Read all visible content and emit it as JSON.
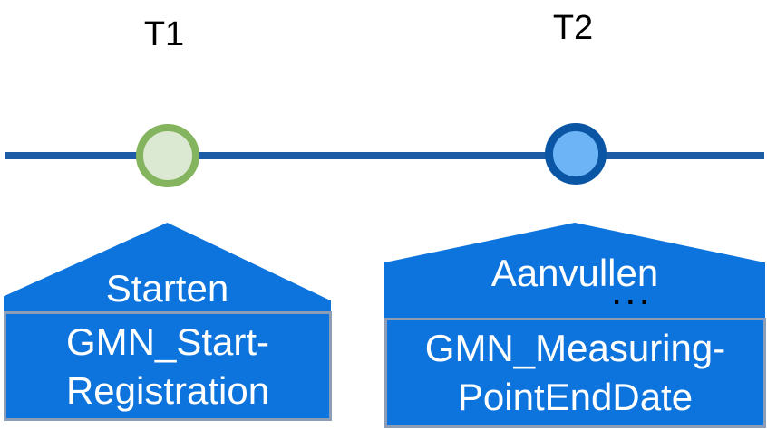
{
  "diagram_title": "timeline-with-two-registration-events",
  "timeline": {
    "line_color": "#1c5ca6"
  },
  "events": [
    {
      "time_label": "T1",
      "action_label": "Starten",
      "message_line1": "GMN_Start-",
      "message_line2": "Registration",
      "marker_fill": "#dbe8d2",
      "marker_border": "#85b45f"
    },
    {
      "time_label": "T2",
      "action_label": "Aanvullen",
      "ellipsis": "...",
      "message_line1": "GMN_Measuring-",
      "message_line2": "PointEndDate",
      "marker_fill": "#6db4f7",
      "marker_border": "#0b56a4"
    }
  ],
  "colors": {
    "callout_blue": "#0d74dd",
    "box_border_gray": "#8c9db5",
    "timeline_blue": "#1c5ca6",
    "text_white": "#ffffff",
    "text_black": "#000000"
  }
}
